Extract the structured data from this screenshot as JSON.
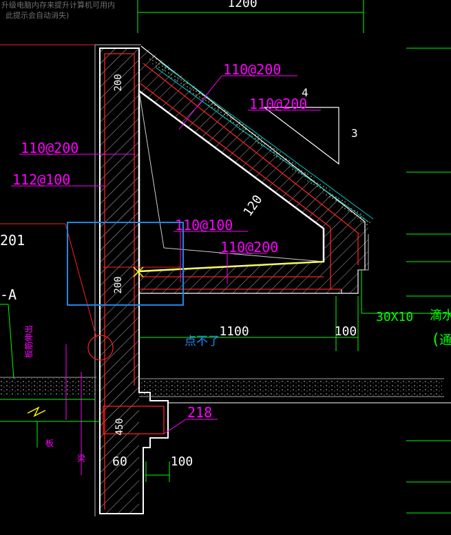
{
  "notice": {
    "line1": "升级电脑内存来提升计算机可用内",
    "line2": "此提示会自动消失)"
  },
  "annotation": "点不了",
  "dimensions": {
    "top_width": "1200",
    "bottom_1100": "1100",
    "bottom_100": "100",
    "base_100": "100",
    "base_60": "60",
    "slope_120": "120",
    "wall_200_top": "200",
    "wall_200_mid": "200",
    "beam_450": "450",
    "ratio_4": "4",
    "ratio_3": "3",
    "drip_size": "30X10"
  },
  "rebar": {
    "r1": "110@200",
    "r2": "110@200",
    "r3": "110@200",
    "r4": "112@100",
    "r5": "110@100",
    "r6": "110@200",
    "r7": "218"
  },
  "labels": {
    "left_num": "201",
    "section": "-A",
    "drip_text": "滴水线",
    "paren": "(",
    "paren_text": "通",
    "wall_text": "板筋伸出",
    "small1": "板",
    "small2": "梁"
  },
  "colors": {
    "magenta": "#ff00ff",
    "red": "#ff2020",
    "white": "#ffffff",
    "green": "#00ff00",
    "cyan": "#00c8c8",
    "yellow": "#ffff00",
    "annotation_blue": "#1e90ff"
  }
}
